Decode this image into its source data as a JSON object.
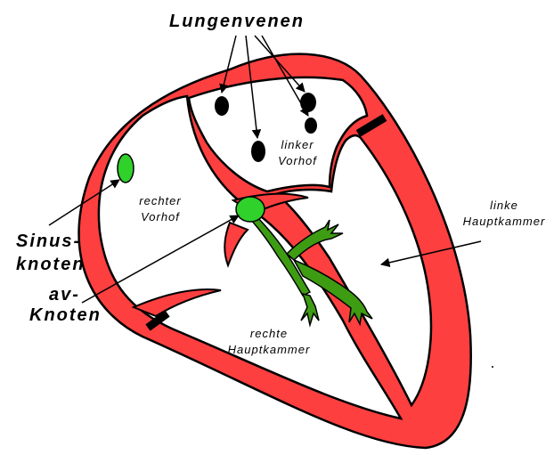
{
  "diagram": {
    "labels": {
      "pulmonary_veins": "Lungenvenen",
      "left_atrium_line1": "linker",
      "left_atrium_line2": "Vorhof",
      "right_atrium_line1": "rechter",
      "right_atrium_line2": "Vorhof",
      "left_ventricle_line1": "linke",
      "left_ventricle_line2": "Hauptkammer",
      "right_ventricle_line1": "rechte",
      "right_ventricle_line2": "Hauptkammer",
      "sinus_node_line1": "Sinus-",
      "sinus_node_line2": "knoten",
      "av_node_line1": "av-",
      "av_node_line2": "Knoten"
    },
    "colors": {
      "muscle": "#fe3f3f",
      "conduction": "#3e9c13",
      "nodes": "#2fd12a",
      "outline": "#000000"
    }
  }
}
